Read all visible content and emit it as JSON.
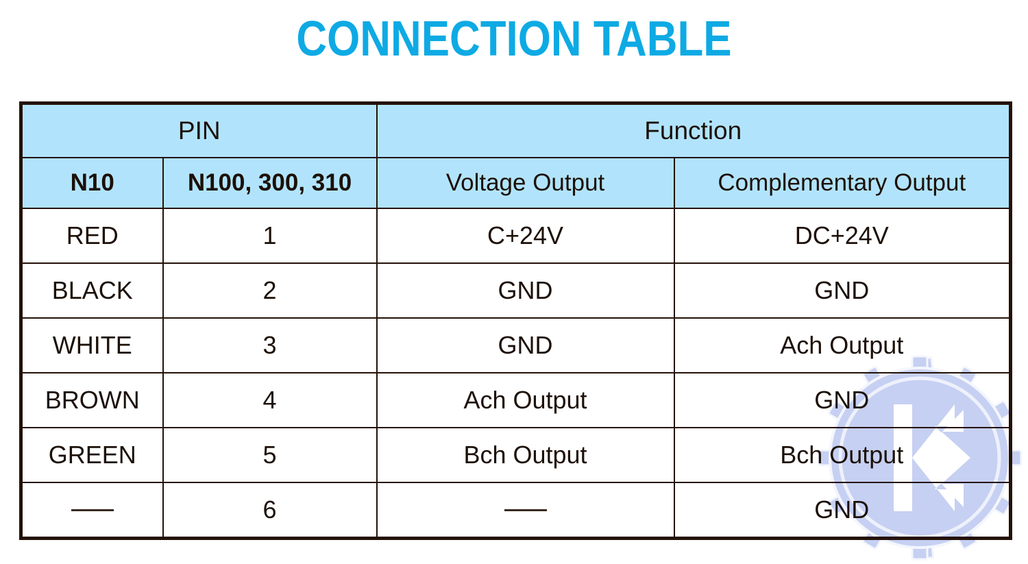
{
  "title": "CONNECTION TABLE",
  "colors": {
    "accent_cyan": "#0eaae4",
    "header_bg": "#b1e4fc",
    "border": "#241107",
    "text_dark": "#1c1008",
    "watermark": "#c3cdf0"
  },
  "table": {
    "group_headers": {
      "pin": "PIN",
      "function": "Function"
    },
    "sub_headers": {
      "pin_n10": "N10",
      "pin_n100": "N100, 300, 310",
      "voltage_output": "Voltage Output",
      "complementary_output": "Complementary Output"
    },
    "rows": [
      {
        "wire": "RED",
        "pin": "1",
        "voltage": "C+24V",
        "complementary": "DC+24V"
      },
      {
        "wire": "BLACK",
        "pin": "2",
        "voltage": "GND",
        "complementary": "GND"
      },
      {
        "wire": "WHITE",
        "pin": "3",
        "voltage": "GND",
        "complementary": "Ach Output"
      },
      {
        "wire": "BROWN",
        "pin": "4",
        "voltage": "Ach Output",
        "complementary": "GND"
      },
      {
        "wire": "GREEN",
        "pin": "5",
        "voltage": "Bch Output",
        "complementary": "Bch Output"
      },
      {
        "wire": "",
        "pin": "6",
        "voltage": "",
        "complementary": "GND"
      }
    ]
  },
  "watermark": {
    "icon": "gear-k-arrow-logo"
  }
}
